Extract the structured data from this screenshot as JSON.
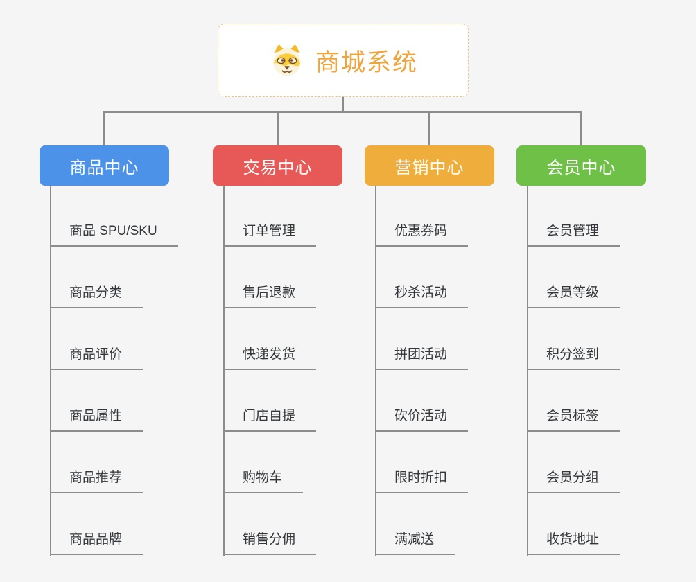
{
  "diagram_title": "商城系统",
  "background_color": "#F5F5F5",
  "connector_color": "#8C8C8C",
  "root": {
    "label": "商城系统",
    "icon": "doge-face-icon",
    "text_color": "#F0A43C",
    "border_color": "#F1C476",
    "fill_color": "#FFFFFF"
  },
  "branches": [
    {
      "label": "商品中心",
      "color": "#4B92E8",
      "children": [
        "商品 SPU/SKU",
        "商品分类",
        "商品评价",
        "商品属性",
        "商品推荐",
        "商品品牌"
      ]
    },
    {
      "label": "交易中心",
      "color": "#E65956",
      "children": [
        "订单管理",
        "售后退款",
        "快递发货",
        "门店自提",
        "购物车",
        "销售分佣"
      ]
    },
    {
      "label": "营销中心",
      "color": "#EFAD3B",
      "children": [
        "优惠券码",
        "秒杀活动",
        "拼团活动",
        "砍价活动",
        "限时折扣",
        "满减送"
      ]
    },
    {
      "label": "会员中心",
      "color": "#6FC046",
      "children": [
        "会员管理",
        "会员等级",
        "积分签到",
        "会员标签",
        "会员分组",
        "收货地址"
      ]
    }
  ]
}
